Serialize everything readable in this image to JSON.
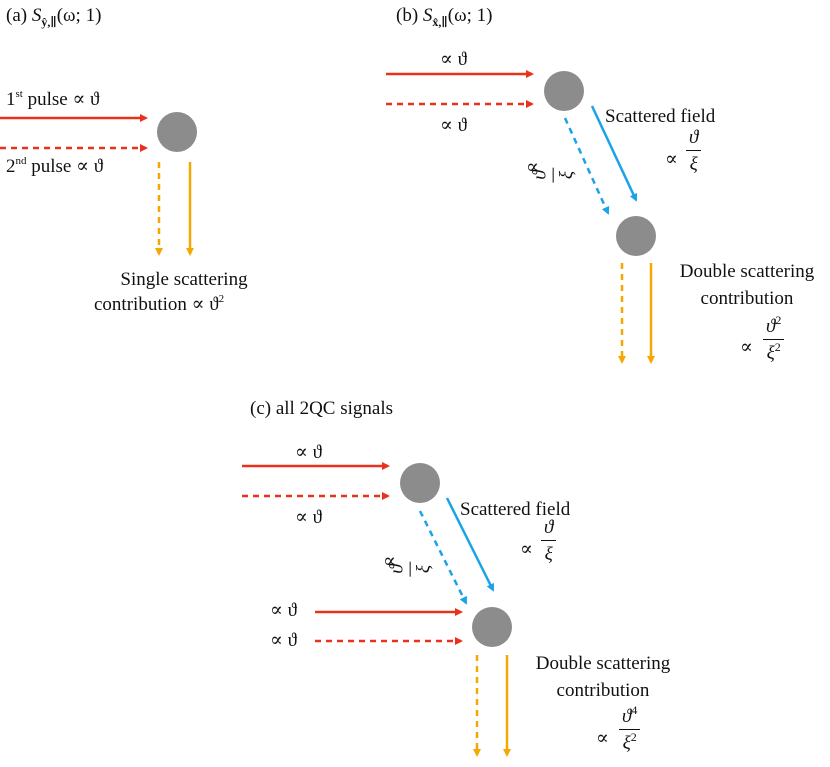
{
  "panel_a": {
    "label_prefix": "(a) ",
    "label_S": "S",
    "label_sub": "ŷ,∥",
    "label_args": "(ω; 1)",
    "pulse1": {
      "base": "1",
      "sup": "st",
      "text": " pulse ∝ ϑ"
    },
    "pulse2": {
      "base": "2",
      "sup": "nd",
      "text": " pulse ∝ ϑ"
    },
    "single_line1": "Single scattering",
    "single_line2": "contribution ∝ ϑ",
    "single_pow": "2"
  },
  "panel_b": {
    "label_prefix": "(b) ",
    "label_S": "S",
    "label_sub": "x̂,∥",
    "label_args": "(ω; 1)",
    "in_solid": "∝ ϑ",
    "in_dashed": "∝ ϑ",
    "scattered_field": "Scattered field",
    "prop": "∝",
    "theta": "ϑ",
    "xi": "ξ",
    "double_line1": "Double scattering",
    "double_line2": "contribution",
    "double_pow_num": "2",
    "double_pow_den": "2"
  },
  "panel_c": {
    "label": "(c) all 2QC signals",
    "in_solid": "∝ ϑ",
    "in_dashed": "∝ ϑ",
    "in2_solid": "∝ ϑ",
    "in2_dashed": "∝ ϑ",
    "scattered_field": "Scattered field",
    "prop": "∝",
    "theta": "ϑ",
    "xi": "ξ",
    "double_line1": "Double scattering",
    "double_line2": "contribution",
    "double_pow_num": "4",
    "double_pow_den": "2"
  },
  "colors": {
    "red": "#e8321e",
    "blue": "#1aa3e8",
    "orange": "#f5a800",
    "particle": "#8c8c8c"
  }
}
